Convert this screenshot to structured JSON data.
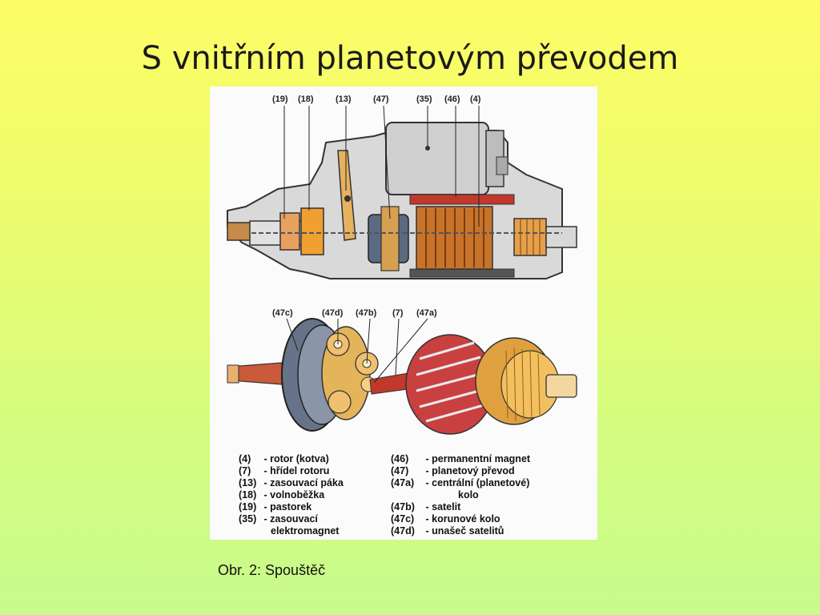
{
  "slide": {
    "title": "S vnitřním planetovým převodem",
    "caption": "Obr. 2: Spouštěč"
  },
  "figure": {
    "top_callouts": [
      "(19)",
      "(18)",
      "(13)",
      "(47)",
      "(35)",
      "(46)",
      "(4)"
    ],
    "bottom_callouts": [
      "(47c)",
      "(47d)",
      "(47b)",
      "(7)",
      "(47a)"
    ],
    "legend_left": [
      {
        "code": "(4)",
        "label": "- rotor (kotva)"
      },
      {
        "code": "(7)",
        "label": "- hřídel rotoru"
      },
      {
        "code": "(13)",
        "label": "- zasouvací páka"
      },
      {
        "code": "(18)",
        "label": "- volnoběžka"
      },
      {
        "code": "(19)",
        "label": "- pastorek"
      },
      {
        "code": "(35)",
        "label": "- zasouvací"
      },
      {
        "code": "",
        "label": "elektromagnet"
      }
    ],
    "legend_right": [
      {
        "code": "(46)",
        "label": "- permanentní magnet"
      },
      {
        "code": "(47)",
        "label": "- planetový převod"
      },
      {
        "code": "(47a)",
        "label": "- centrální (planetové)"
      },
      {
        "code": "",
        "label": "kolo"
      },
      {
        "code": "(47b)",
        "label": "- satelit"
      },
      {
        "code": "(47c)",
        "label": "- korunové kolo"
      },
      {
        "code": "(47d)",
        "label": "- unašeč satelitů"
      }
    ]
  }
}
